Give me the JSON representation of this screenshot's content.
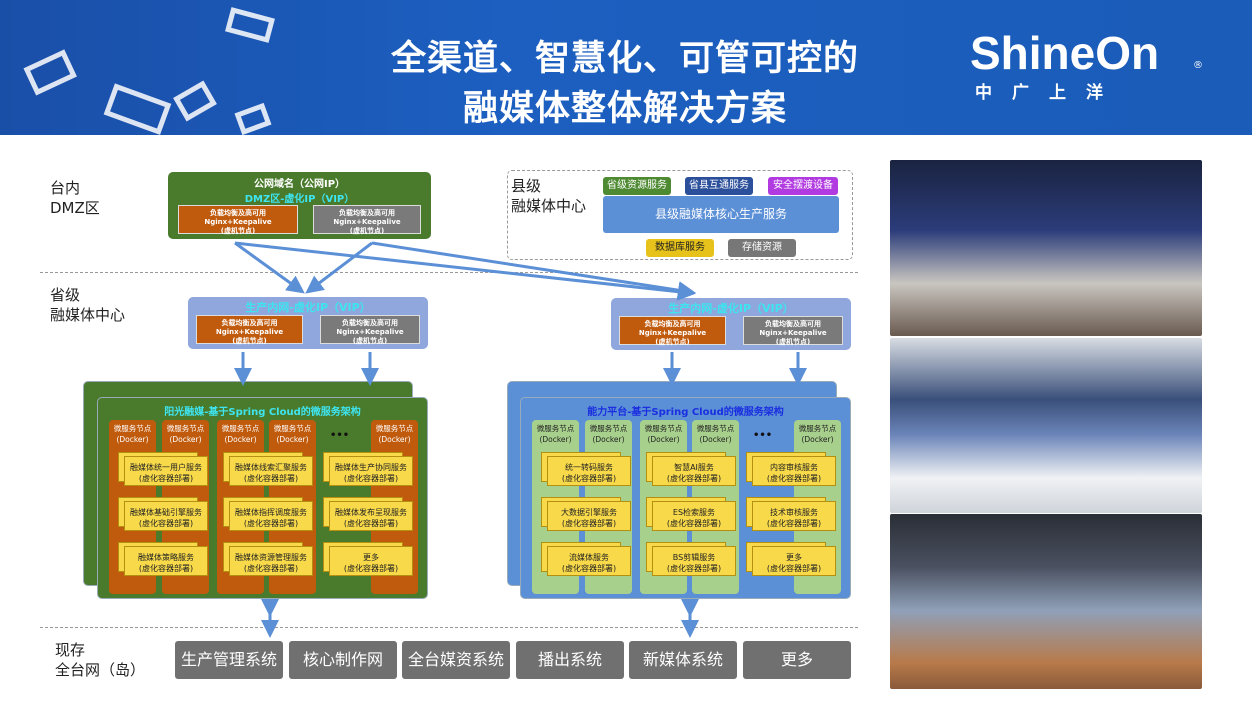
{
  "header": {
    "title_line1": "全渠道、智慧化、可管可控的",
    "title_line2": "融媒体整体解决方案",
    "logo_text": "ShineOn",
    "logo_sub": "中广上洋",
    "logo_mark": "®"
  },
  "layers": {
    "dmz": [
      "台内",
      "DMZ区"
    ],
    "province": [
      "省级",
      "融媒体中心"
    ],
    "legacy": [
      "现存",
      "全台网（岛）"
    ]
  },
  "dmz_box": {
    "title1": "公网域名（公网IP）",
    "title2": "DMZ区-虚化IP（VIP）"
  },
  "lb": {
    "line1": "负载均衡及高可用",
    "line2": "Nginx+Keepalive",
    "line3": "(虚机节点)"
  },
  "vip_title": "生产内网-虚化IP（VIP）",
  "county": {
    "label": [
      "县级",
      "融媒体中心"
    ],
    "tags": [
      "省级资源服务",
      "省县互通服务",
      "安全摆渡设备"
    ],
    "core": "县级融媒体核心生产服务",
    "db": "数据库服务",
    "storage": "存储资源"
  },
  "colors": {
    "green": "#4a7b2c",
    "blue": "#5b8fd6",
    "orange": "#c05a0c",
    "yellow": "#f8d94a"
  },
  "node": {
    "line1": "微服务节点",
    "line2": "(Docker)",
    "dots": "•••",
    "deploy": "(虚化容器部署)"
  },
  "platforms": [
    {
      "title": "阳光融媒-基于Spring Cloud的微服务架构",
      "services": [
        [
          "融媒体统一用户服务",
          "融媒体基础引擎服务",
          "融媒体策略服务"
        ],
        [
          "融媒体线索汇聚服务",
          "融媒体指挥调度服务",
          "融媒体资源管理服务"
        ],
        [
          "融媒体生产协同服务",
          "融媒体发布呈现服务",
          "更多"
        ]
      ]
    },
    {
      "title": "能力平台-基于Spring Cloud的微服务架构",
      "services": [
        [
          "统一转码服务",
          "大数据引擎服务",
          "流媒体服务"
        ],
        [
          "智慧AI服务",
          "ES检索服务",
          "BS剪辑服务"
        ],
        [
          "内容审核服务",
          "技术审核服务",
          "更多"
        ]
      ]
    }
  ],
  "systems": [
    "生产管理系统",
    "核心制作网",
    "全台媒资系统",
    "播出系统",
    "新媒体系统",
    "更多"
  ]
}
